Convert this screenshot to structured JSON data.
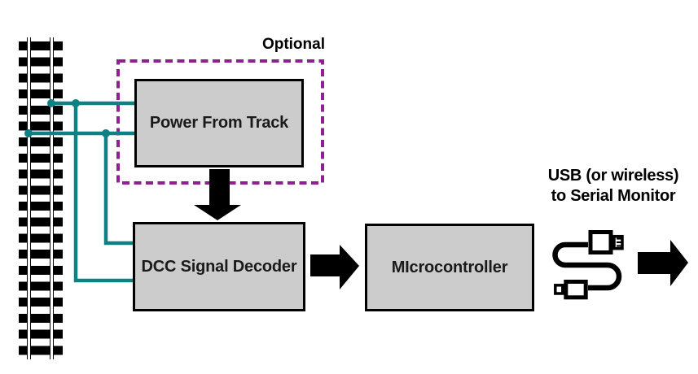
{
  "diagram": {
    "optional_label": "Optional",
    "power_box_label": "Power From Track",
    "decoder_box_label": "DCC Signal Decoder",
    "micro_box_label": "MIcrocontroller",
    "usb_caption": {
      "line1": "USB (or wireless)",
      "line2": "to Serial Monitor"
    },
    "colors": {
      "wire_teal": "#0D8184",
      "optional_purple": "#8E2190",
      "box_fill": "#CCCCCC",
      "box_border": "#000000",
      "arrow_black": "#000000",
      "track_black": "#000000",
      "rail_white": "#FFFFFF"
    },
    "icons": {
      "track": "railroad-track-icon",
      "usb": "usb-cable-icon",
      "power_to_decoder": "arrow-down-icon",
      "decoder_to_micro": "arrow-right-icon",
      "micro_to_monitor": "arrow-right-icon"
    }
  }
}
